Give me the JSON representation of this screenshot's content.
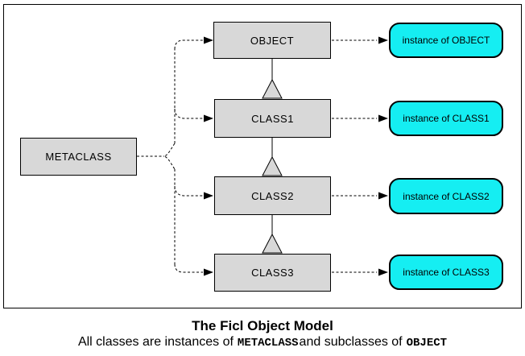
{
  "diagram": {
    "metaclass_label": "METACLASS",
    "classes": [
      "OBJECT",
      "CLASS1",
      "CLASS2",
      "CLASS3"
    ],
    "instances": [
      "instance of OBJECT",
      "instance of CLASS1",
      "instance of CLASS2",
      "instance of CLASS3"
    ],
    "colors": {
      "class_box_fill": "#d8d8d8",
      "instance_box_fill": "#15eef2",
      "line": "#000000",
      "background": "#ffffff"
    }
  },
  "caption": {
    "title": "The Ficl Object Model",
    "subtitle": {
      "text1": "All classes are instances of",
      "code1": "METACLASS",
      "text2": "and subclasses of",
      "code2": "OBJECT"
    }
  }
}
